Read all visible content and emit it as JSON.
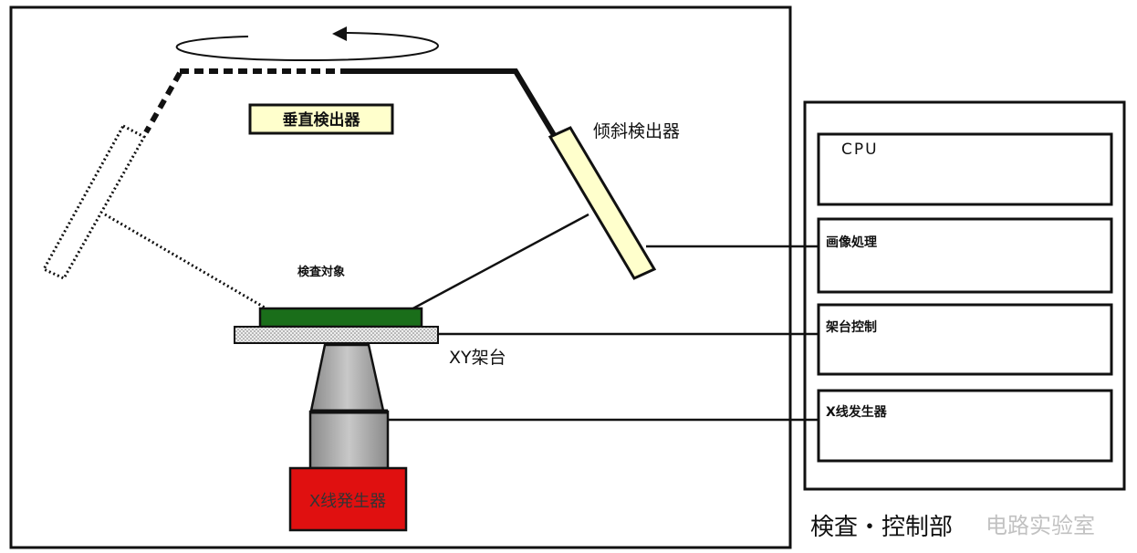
{
  "diagram": {
    "vertical_detector": "垂直検出器",
    "tilted_detector": "倾斜検出器",
    "inspection_target": "検査対象",
    "xy_stage": "XY架台",
    "xray_source": "X线発生器"
  },
  "control_panel": {
    "blocks": [
      {
        "label": "CPU"
      },
      {
        "label": "画像処理"
      },
      {
        "label": "架台控制"
      },
      {
        "label": "X线发生器"
      }
    ],
    "caption": "検査・控制部",
    "watermark": "电路实验室"
  },
  "colors": {
    "detector_fill": "#ffffcc",
    "target_fill": "#1a6e1a",
    "source_fill": "#e01010",
    "tube_fill": "#a8a8a8"
  }
}
